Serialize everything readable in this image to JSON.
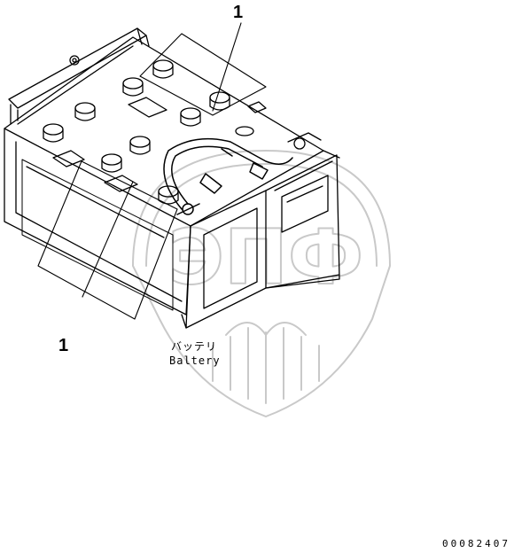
{
  "diagram": {
    "callouts": [
      "1",
      "1"
    ],
    "part_label_ja": "バッテリ",
    "part_label_en": "Baltery",
    "drawing_number": "00082407",
    "watermark_text": "ЭПФ",
    "colors": {
      "line": "#000000",
      "watermark": "#c9c9c9",
      "background": "#ffffff"
    }
  }
}
